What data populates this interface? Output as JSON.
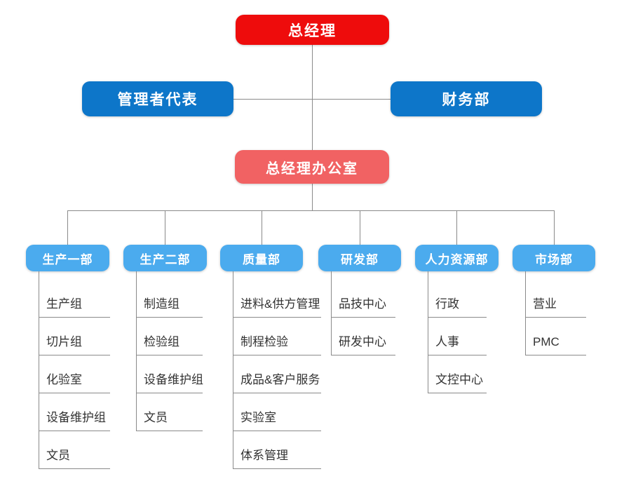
{
  "org_chart": {
    "type": "organization-chart",
    "line_color": "#8a8a8a",
    "root": {
      "label": "总经理",
      "color": "#ee0c0c"
    },
    "secondary": [
      {
        "label": "管理者代表",
        "color": "#0d76c9"
      },
      {
        "label": "财务部",
        "color": "#0d76c9"
      }
    ],
    "office": {
      "label": "总经理办公室",
      "color": "#f16263"
    },
    "departments": [
      {
        "label": "生产一部",
        "color": "#4babee",
        "items": [
          "生产组",
          "切片组",
          "化验室",
          "设备维护组",
          "文员"
        ]
      },
      {
        "label": "生产二部",
        "color": "#4babee",
        "items": [
          "制造组",
          "检验组",
          "设备维护组",
          "文员"
        ]
      },
      {
        "label": "质量部",
        "color": "#4babee",
        "items": [
          "进料&供方管理",
          "制程检验",
          "成品&客户服务",
          "实验室",
          "体系管理"
        ]
      },
      {
        "label": "研发部",
        "color": "#4babee",
        "items": [
          "品技中心",
          "研发中心"
        ]
      },
      {
        "label": "人力资源部",
        "color": "#4babee",
        "items": [
          "行政",
          "人事",
          "文控中心"
        ]
      },
      {
        "label": "市场部",
        "color": "#4babee",
        "items": [
          "营业",
          "PMC"
        ]
      }
    ]
  }
}
